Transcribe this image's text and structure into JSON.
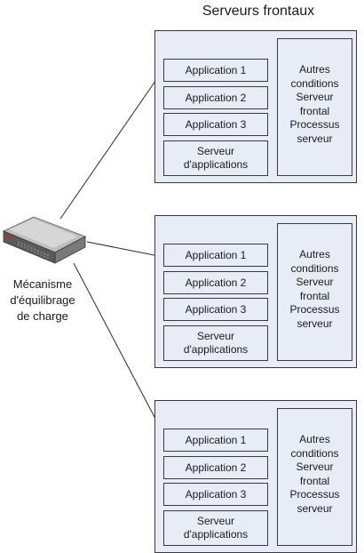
{
  "title": "Serveurs frontaux",
  "load_balancer": {
    "label": "Mécanisme\nd'équilibrage\nde charge",
    "icon": "network-switch-icon"
  },
  "servers": [
    {
      "apps": [
        "Application 1",
        "Application 2",
        "Application 3",
        "Serveur\nd'applications"
      ],
      "other": "Autres\nconditions\nServeur\nfrontal\nProcessus\nserveur"
    },
    {
      "apps": [
        "Application 1",
        "Application 2",
        "Application 3",
        "Serveur\nd'applications"
      ],
      "other": "Autres\nconditions\nServeur\nfrontal\nProcessus\nserveur"
    },
    {
      "apps": [
        "Application 1",
        "Application 2",
        "Application 3",
        "Serveur\nd'applications"
      ],
      "other": "Autres\nconditions\nServeur\nfrontal\nProcessus\nserveur"
    }
  ],
  "colors": {
    "box_fill": "#e8ecf6",
    "border": "#3a3a3a",
    "line": "#2a2a2a",
    "device_body": "#4a4a4a",
    "device_led": "#cc2222"
  }
}
